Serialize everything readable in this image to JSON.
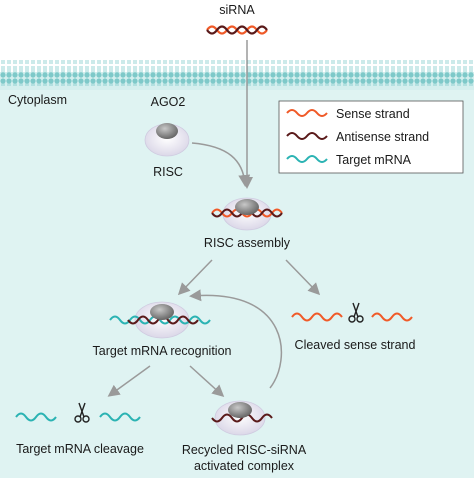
{
  "top_label": "siRNA",
  "compartment_label": "Cytoplasm",
  "ago2_label": "AGO2",
  "risc_label": "RISC",
  "legend": [
    {
      "label": "Sense strand",
      "color": "#f05a28"
    },
    {
      "label": "Antisense strand",
      "color": "#5a1a1a"
    },
    {
      "label": "Target mRNA",
      "color": "#2bb3b3"
    }
  ],
  "steps": {
    "risc_assembly": "RISC assembly",
    "cleaved_sense": "Cleaved sense strand",
    "target_recognition": "Target mRNA recognition",
    "target_cleavage": "Target mRNA cleavage",
    "recycled_line1": "Recycled RISC-siRNA",
    "recycled_line2": "activated complex"
  },
  "colors": {
    "cytoplasm": "#d4efee",
    "membrane": "#7ec9c9",
    "membrane_dark": "#4ea7a7",
    "risc_body": "#e9e6f2",
    "ago2": "#8a8a8a",
    "arrow": "#9a9a9a"
  },
  "icons": [
    "scissors-icon"
  ]
}
